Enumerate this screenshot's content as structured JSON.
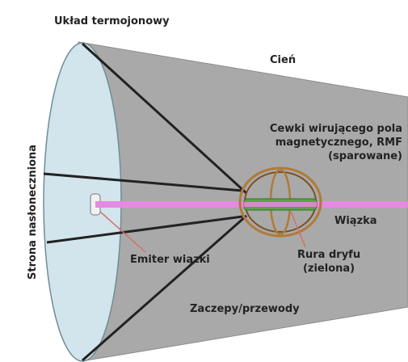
{
  "title": "Układ termojonowy",
  "labels": {
    "shadow": "Cień",
    "sunlit_side": "Strona nasłoneczniona",
    "rmf_coils_line1": "Cewki wirującego pola",
    "rmf_coils_line2": "magnetycznego, RMF",
    "rmf_coils_line3": "(sparowane)",
    "beam": "Wiązka",
    "beam_emitter": "Emiter wiązki",
    "drift_tube_line1": "Rura dryfu",
    "drift_tube_line2": "(zielona)",
    "tethers": "Zaczepy/przewody"
  },
  "colors": {
    "cone_fill": "#a9a9a9",
    "disk_fill": "#d2e4ec",
    "beam": "#e58ae0",
    "coil": "#b07a3a",
    "drift_tube": "#5da24a",
    "tether": "#222222",
    "pointer": "#d0706a"
  }
}
